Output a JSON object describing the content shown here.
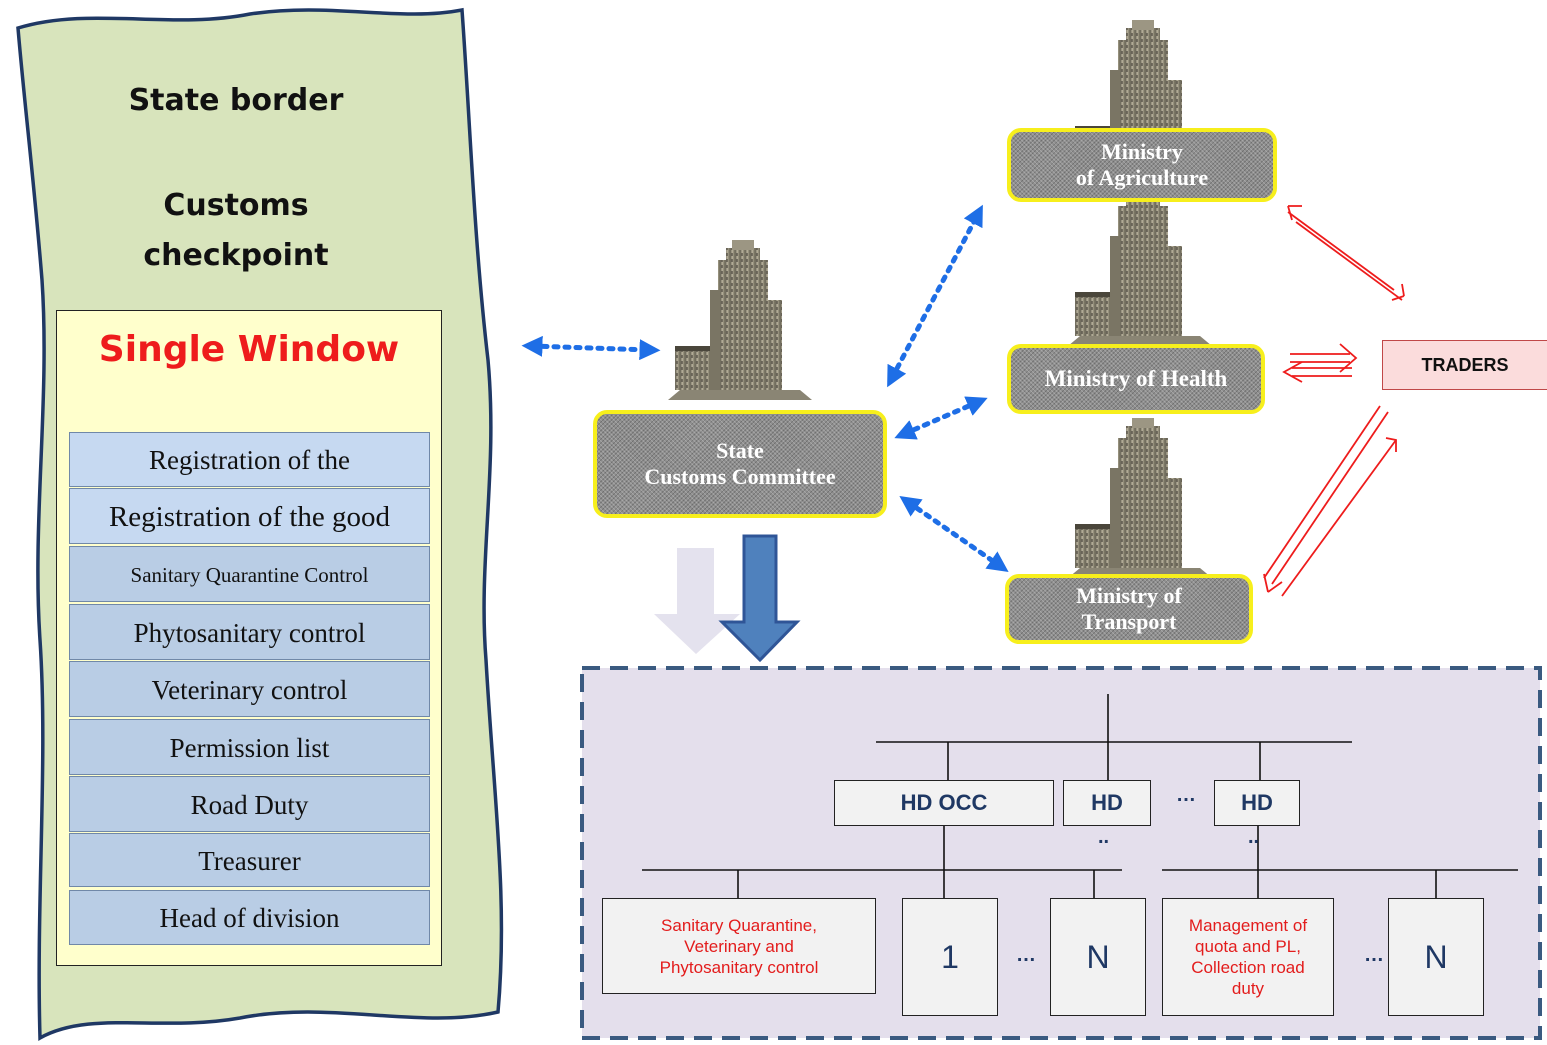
{
  "left_panel": {
    "title_1": "State border",
    "title_2_line1": "Customs",
    "title_2_line2": "checkpoint",
    "single_window": {
      "title": "Single Window",
      "items": [
        "Registration  of the",
        "Registration of the good",
        "Sanitary Quarantine Control",
        "Phytosanitary control",
        "Veterinary control",
        "Permission list",
        "Road Duty",
        "Treasurer",
        "Head of division"
      ]
    }
  },
  "center": {
    "customs_committee_line1": "State",
    "customs_committee_line2": "Customs  Committee"
  },
  "ministries": {
    "agriculture_line1": "Ministry",
    "agriculture_line2": "of  Agriculture",
    "health": "Ministry of  Health",
    "transport_line1": "Ministry of",
    "transport_line2": "Transport"
  },
  "traders": "TRADERS",
  "org_chart": {
    "hd_occ": "HD OCC",
    "hd_2": "HD",
    "hd_2_dots": "..",
    "hd_mid_dots": "…",
    "hd_3": "HD",
    "hd_3_dots": "..",
    "unit_sanitary": [
      "Sanitary Quarantine,",
      "Veterinary and",
      "Phytosanitary control"
    ],
    "unit_1": "1",
    "unit_n1": "N",
    "unit_dots1": "…",
    "unit_quota": [
      "Management of",
      "quota and PL,",
      "Collection road",
      "duty"
    ],
    "unit_dots2": "…",
    "unit_n2": "N"
  },
  "colors": {
    "scroll_fill": "#d8e4bc",
    "scroll_border": "#1f3864",
    "single_window_title": "#ee1c1c",
    "dotted_arrow": "#1e6ee6",
    "red_arrow": "#ee1c1c",
    "building_label_border": "#f7ef1c",
    "org_panel_fill": "#e4dfec",
    "org_panel_border": "#3a5a80"
  }
}
